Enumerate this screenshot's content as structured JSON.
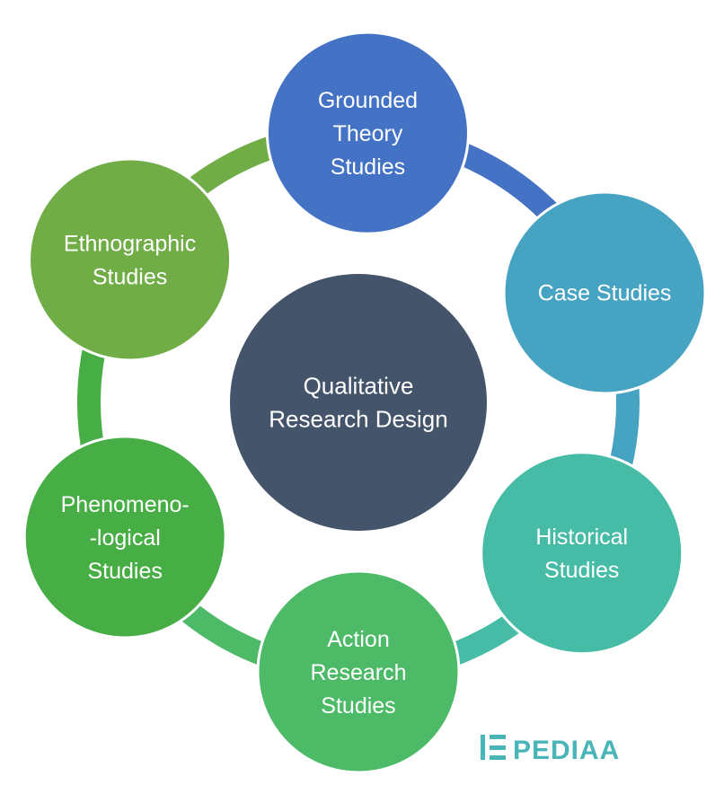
{
  "diagram": {
    "center": {
      "lines": [
        "Qualitative",
        "Research Design"
      ],
      "color": "#44546a"
    },
    "nodes": [
      {
        "id": "grounded-theory-studies",
        "lines": [
          "Grounded",
          "Theory",
          "Studies"
        ],
        "color": "#4472c4"
      },
      {
        "id": "case-studies",
        "lines": [
          "Case Studies"
        ],
        "color": "#47a3c2"
      },
      {
        "id": "historical-studies",
        "lines": [
          "Historical",
          "Studies"
        ],
        "color": "#46bba6"
      },
      {
        "id": "action-research-studies",
        "lines": [
          "Action",
          "Research",
          "Studies"
        ],
        "color": "#4dba68"
      },
      {
        "id": "phenomenological-studies",
        "lines": [
          "Phenomeno-",
          "-logical",
          "Studies"
        ],
        "color": "#47ae46"
      },
      {
        "id": "ethnographic-studies",
        "lines": [
          "Ethnographic",
          "Studies"
        ],
        "color": "#70ad47"
      }
    ],
    "ring_segments": [
      {
        "from": "grounded-theory-studies",
        "to": "case-studies",
        "color": "#4472c4"
      },
      {
        "from": "case-studies",
        "to": "historical-studies",
        "color": "#47a3c2"
      },
      {
        "from": "historical-studies",
        "to": "action-research-studies",
        "color": "#46bba6"
      },
      {
        "from": "action-research-studies",
        "to": "phenomenological-studies",
        "color": "#4dba68"
      },
      {
        "from": "phenomenological-studies",
        "to": "ethnographic-studies",
        "color": "#47ae46"
      },
      {
        "from": "ethnographic-studies",
        "to": "grounded-theory-studies",
        "color": "#70ad47"
      }
    ]
  },
  "logo": {
    "text": "PEDIAA",
    "color": "#4ab5b9",
    "icon": "pediaa-logo-icon"
  }
}
